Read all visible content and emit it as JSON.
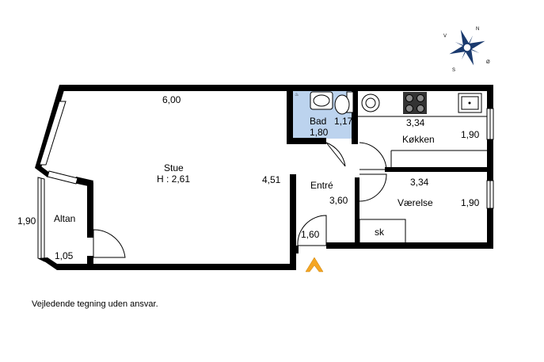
{
  "compass": {
    "north": "N",
    "east": "Ø",
    "south": "S",
    "west": "V"
  },
  "rooms": {
    "stue": {
      "name": "Stue",
      "height": "H : 2,61",
      "width": "6,00",
      "depth": "4,51"
    },
    "altan": {
      "name": "Altan",
      "depth": "1,90",
      "width": "1,05"
    },
    "bad": {
      "name": "Bad",
      "width": "1,17",
      "depth": "1,80"
    },
    "kokken": {
      "name": "Køkken",
      "width": "3,34",
      "depth": "1,90"
    },
    "entre": {
      "name": "Entré",
      "depth": "3,60",
      "width": "1,60"
    },
    "vaerelse": {
      "name": "Værelse",
      "width": "3,34",
      "depth": "1,90",
      "closet": "sk"
    }
  },
  "disclaimer": "Vejledende tegning uden ansvar.",
  "colors": {
    "bathroom_fill": "#bcd3ee",
    "wall": "#000000",
    "entrance_arrow": "#f5a623"
  },
  "icons": [
    "compass-rose-icon",
    "sink-icon",
    "toilet-icon",
    "stove-icon",
    "kitchen-sink-icon",
    "entrance-arrow-icon"
  ]
}
